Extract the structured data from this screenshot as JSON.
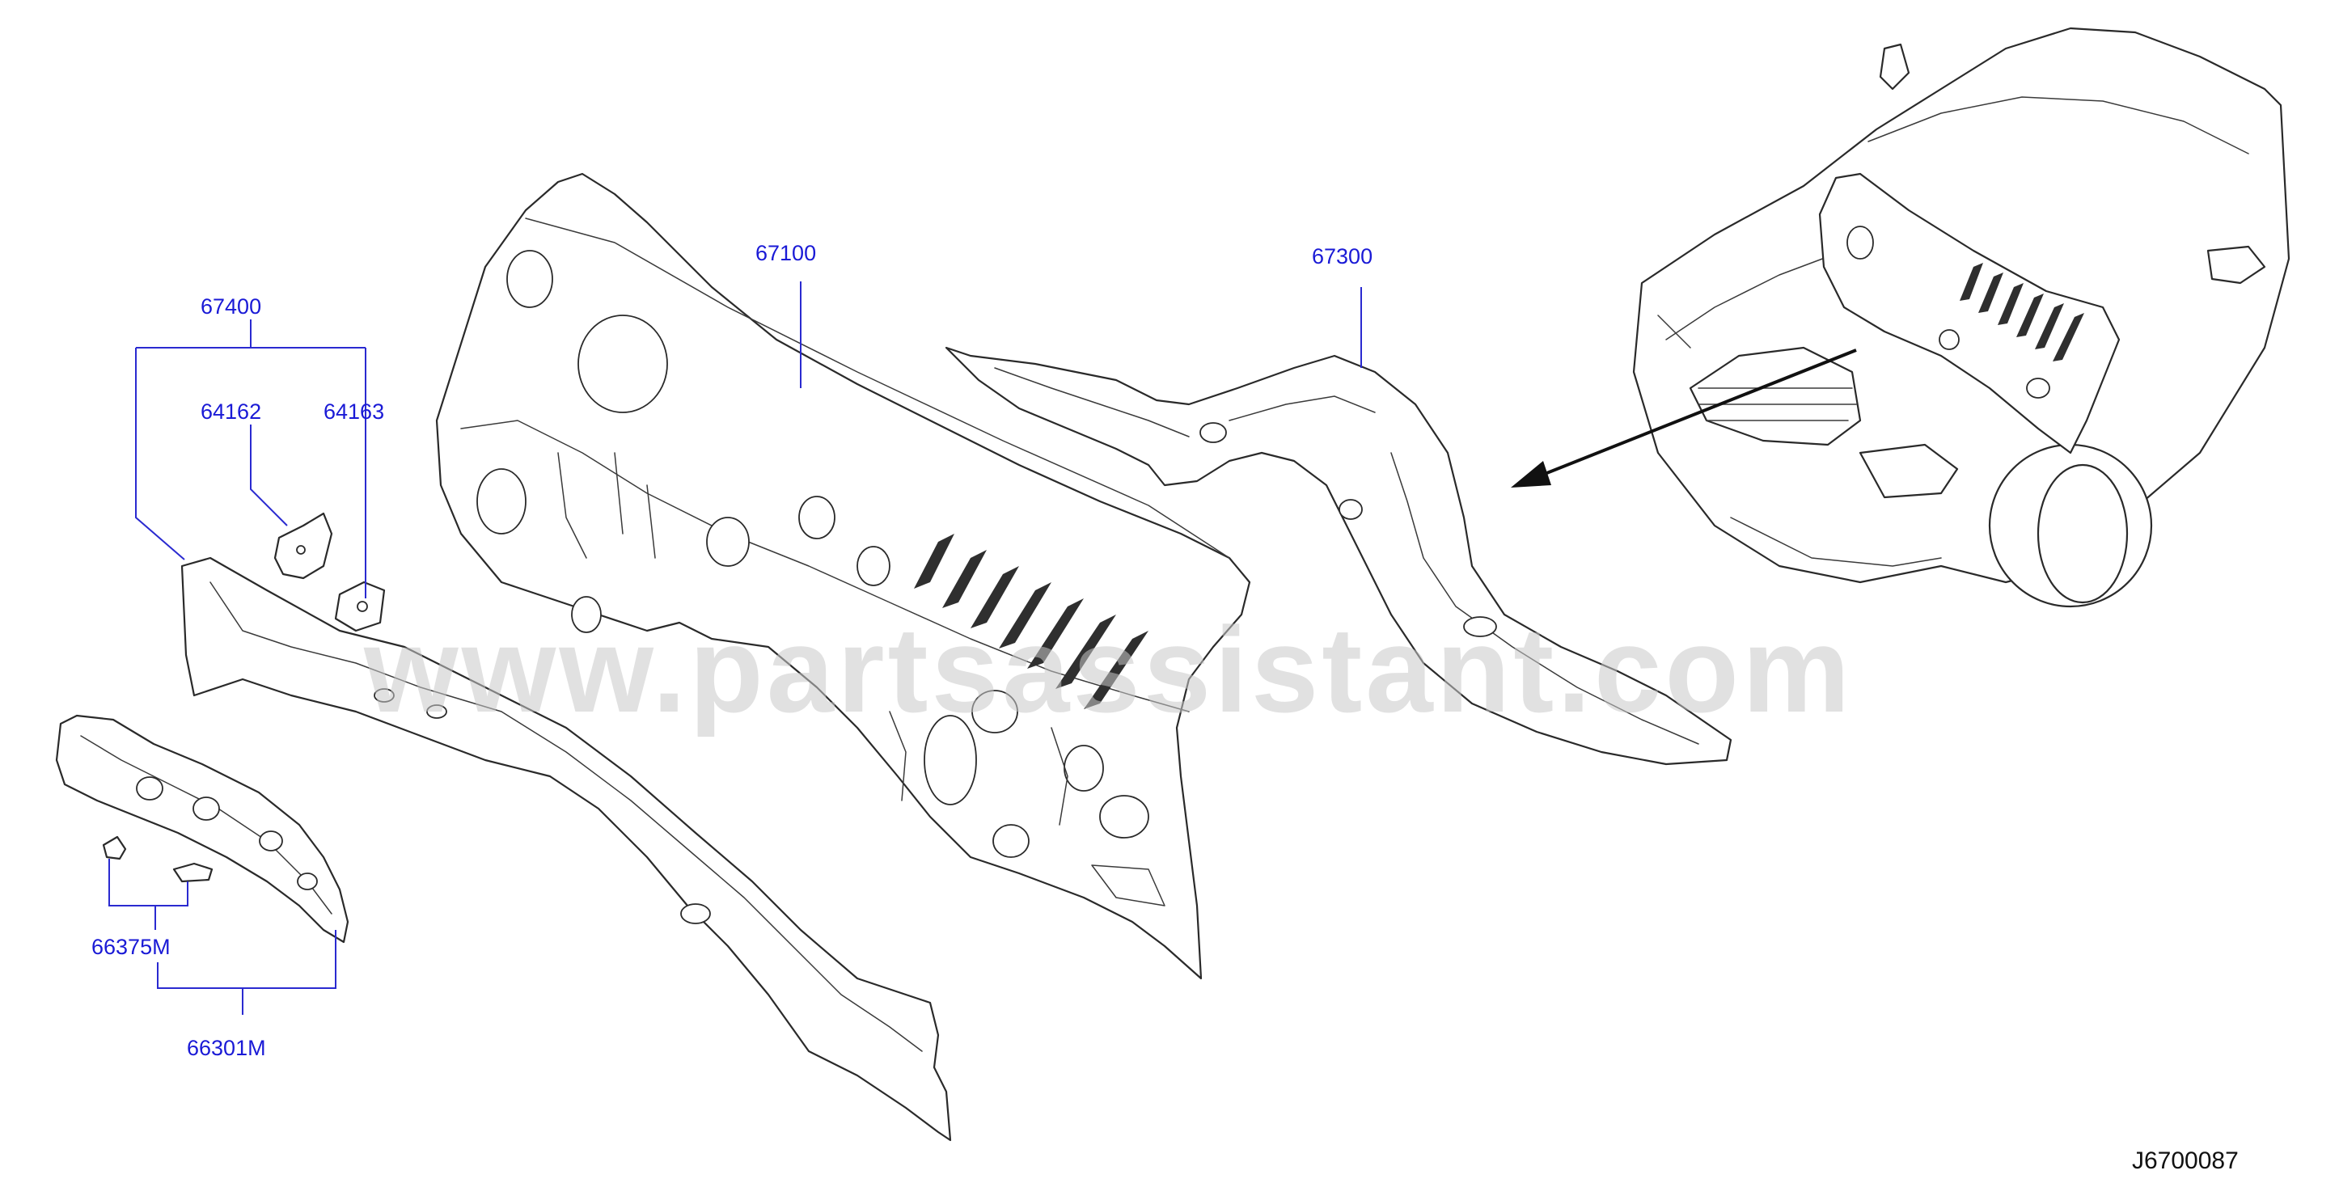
{
  "diagram": {
    "code": "J6700087",
    "watermark": "www.partsassistant.com",
    "parts": {
      "dash_panel": "67100",
      "cowl_top": "67300",
      "dash_side_assembly": "67400",
      "dash_side_left": "64162",
      "dash_side_right": "64163",
      "reinforce_bracket": "66375M",
      "cowl_side_panel": "66301M"
    }
  }
}
